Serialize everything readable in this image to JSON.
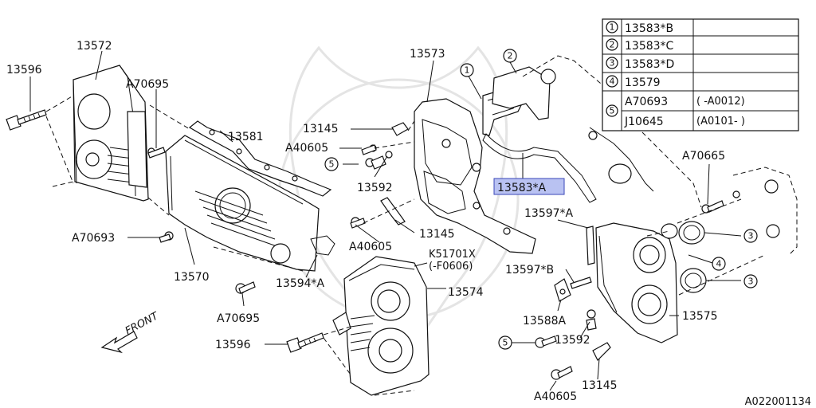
{
  "diagram_id": "A022001134",
  "front_label": "FRONT",
  "highlighted_part": "13583*A",
  "labels": {
    "p13572": "13572",
    "p13596_top": "13596",
    "p70695_top": "A70695",
    "p13581": "13581",
    "p70693_left": "A70693",
    "p13570": "13570",
    "p70695_bot": "A70695",
    "p13596_bot": "13596",
    "p13594a": "13594*A",
    "p13573": "13573",
    "p13145_top": "13145",
    "p40605_top": "A40605",
    "p13592_left": "13592",
    "p13145_mid": "13145",
    "p40605_mid": "A40605",
    "pK51701X": "K51701X",
    "pF0606": "(-F0606)",
    "p13574": "13574",
    "p13583a": "13583*A",
    "p13597a": "13597*A",
    "p13597b": "13597*B",
    "p13588a": "13588A",
    "p13592_right": "13592",
    "p40605_bot": "A40605",
    "p13145_bot": "13145",
    "p13575": "13575",
    "p70665": "A70665",
    "c5_left": "5",
    "c5_bot": "5",
    "c1_top": "1",
    "c2_top": "2",
    "c3_a": "3",
    "c4_a": "4",
    "c3_b": "3"
  },
  "legend_table": {
    "rows": [
      {
        "num": "1",
        "part": "13583*B"
      },
      {
        "num": "2",
        "part": "13583*C"
      },
      {
        "num": "3",
        "part": "13583*D"
      },
      {
        "num": "4",
        "part": "13579"
      }
    ],
    "row5": {
      "num": "5",
      "entries": [
        {
          "part": "A70693",
          "range": "(      -A0012)"
        },
        {
          "part": "J10645",
          "range": "(A0101-      )"
        }
      ]
    }
  }
}
